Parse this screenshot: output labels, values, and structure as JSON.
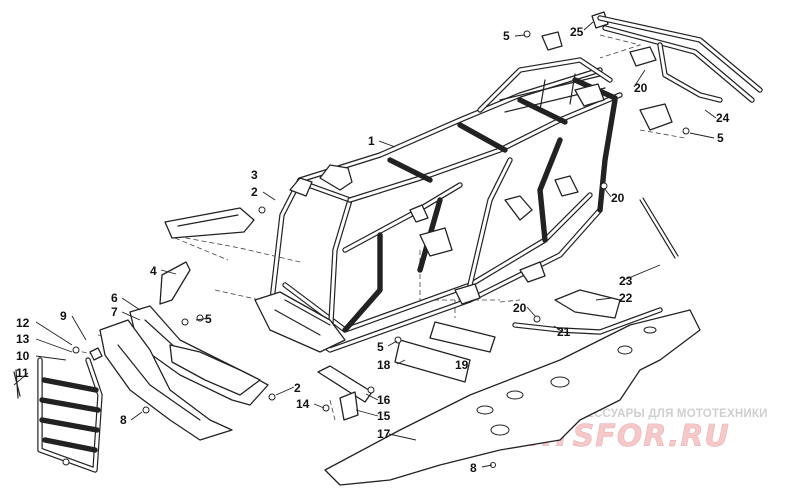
{
  "callouts": [
    {
      "id": "c1",
      "text": "1"
    },
    {
      "id": "c2a",
      "text": "2"
    },
    {
      "id": "c2b",
      "text": "2"
    },
    {
      "id": "c3",
      "text": "3"
    },
    {
      "id": "c4",
      "text": "4"
    },
    {
      "id": "c5a",
      "text": "5"
    },
    {
      "id": "c5b",
      "text": "5"
    },
    {
      "id": "c5c",
      "text": "5"
    },
    {
      "id": "c5d",
      "text": "5"
    },
    {
      "id": "c6",
      "text": "6"
    },
    {
      "id": "c7",
      "text": "7"
    },
    {
      "id": "c8a",
      "text": "8"
    },
    {
      "id": "c8b",
      "text": "8"
    },
    {
      "id": "c9",
      "text": "9"
    },
    {
      "id": "c10",
      "text": "10"
    },
    {
      "id": "c11",
      "text": "11"
    },
    {
      "id": "c12",
      "text": "12"
    },
    {
      "id": "c13",
      "text": "13"
    },
    {
      "id": "c14",
      "text": "14"
    },
    {
      "id": "c15",
      "text": "15"
    },
    {
      "id": "c16",
      "text": "16"
    },
    {
      "id": "c17",
      "text": "17"
    },
    {
      "id": "c18",
      "text": "18"
    },
    {
      "id": "c19",
      "text": "19"
    },
    {
      "id": "c20a",
      "text": "20"
    },
    {
      "id": "c20b",
      "text": "20"
    },
    {
      "id": "c20c",
      "text": "20"
    },
    {
      "id": "c21",
      "text": "21"
    },
    {
      "id": "c22",
      "text": "22"
    },
    {
      "id": "c23",
      "text": "23"
    },
    {
      "id": "c24",
      "text": "24"
    },
    {
      "id": "c25",
      "text": "25"
    }
  ],
  "watermark": {
    "tagline": "ЗАПЧАСТИ И АКСЕССУАРЫ ДЛЯ МОТОТЕХНИКИ",
    "logo": "PARTSFOR.RU"
  },
  "colors": {
    "line": "#222222",
    "background": "#ffffff",
    "watermark_tagline": "#cfcfcf",
    "watermark_logo": "#f5c9c9"
  }
}
